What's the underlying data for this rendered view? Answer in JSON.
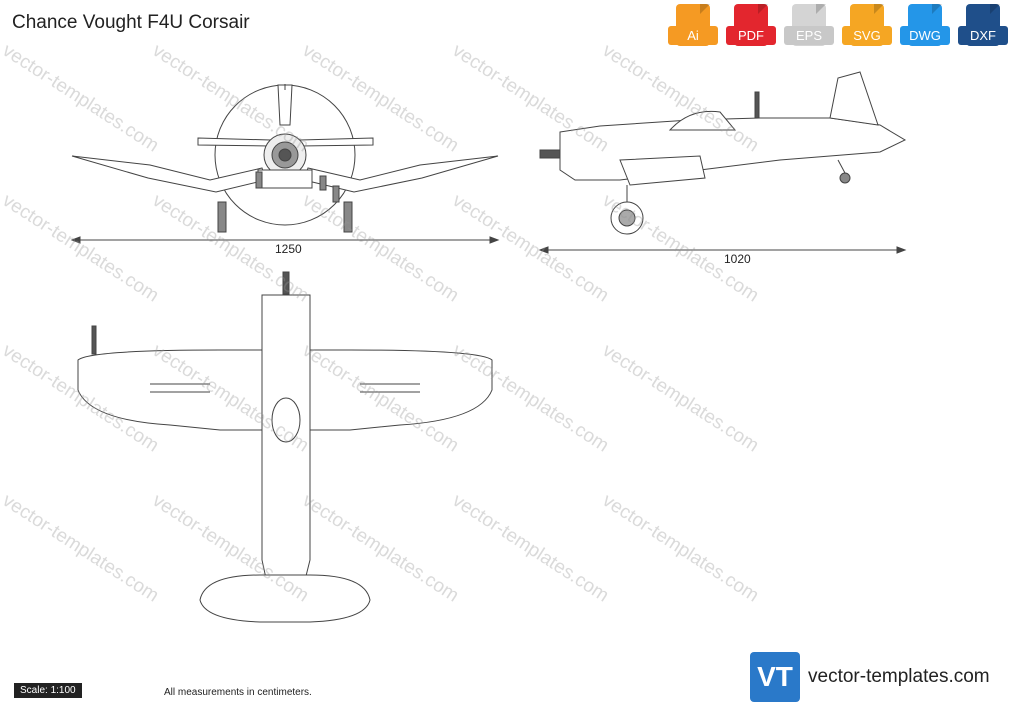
{
  "title": "Chance Vought F4U Corsair",
  "formats": [
    {
      "label": "Ai",
      "color": "#f59a23"
    },
    {
      "label": "PDF",
      "color": "#e3262e"
    },
    {
      "label": "EPS",
      "color": "#d4d4d4"
    },
    {
      "label": "SVG",
      "color": "#f5a623"
    },
    {
      "label": "DWG",
      "color": "#2496e8"
    },
    {
      "label": "DXF",
      "color": "#1f4f8a"
    }
  ],
  "dimensions": {
    "span": "1250",
    "length": "1020"
  },
  "scale": "Scale: 1:100",
  "note": "All measurements in centimeters.",
  "brand": {
    "logo": "VT",
    "name": "vector-templates.com"
  },
  "watermark": "vector-templates.com"
}
